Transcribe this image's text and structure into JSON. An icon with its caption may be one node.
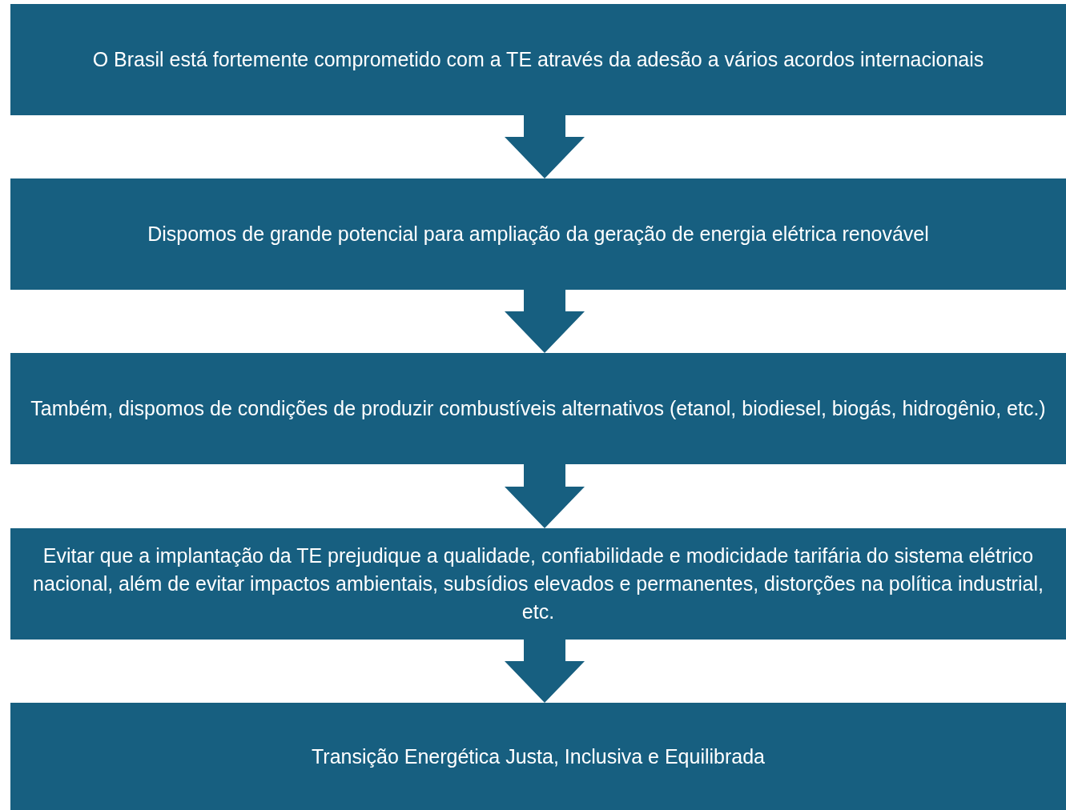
{
  "diagram": {
    "nodes": [
      {
        "text": [
          "O Brasil está fortemente comprometido com a TE através da adesão a vários acordos internacionais"
        ]
      },
      {
        "text": [
          "Dispomos de grande potencial para ampliação da geração de energia elétrica renovável"
        ]
      },
      {
        "text": [
          "Também, dispomos de condições de produzir combustíveis alternativos (etanol, biodiesel, biogás, hidrogênio, etc.)"
        ]
      },
      {
        "text": [
          "Evitar que a implantação da TE prejudique a qualidade, confiabilidade e modicidade tarifária do sistema elétrico nacional, além de evitar impactos ambientais, subsídios elevados e permanentes, distorções na política industrial, etc."
        ]
      },
      {
        "text": [
          "Transição Energética Justa, Inclusiva e Equilibrada"
        ]
      }
    ],
    "edges": [
      {
        "from": 0,
        "to": 1,
        "arrow": "to"
      },
      {
        "from": 1,
        "to": 2,
        "arrow": "to"
      },
      {
        "from": 2,
        "to": 3,
        "arrow": "to"
      },
      {
        "from": 3,
        "to": 4,
        "arrow": "to"
      }
    ]
  }
}
